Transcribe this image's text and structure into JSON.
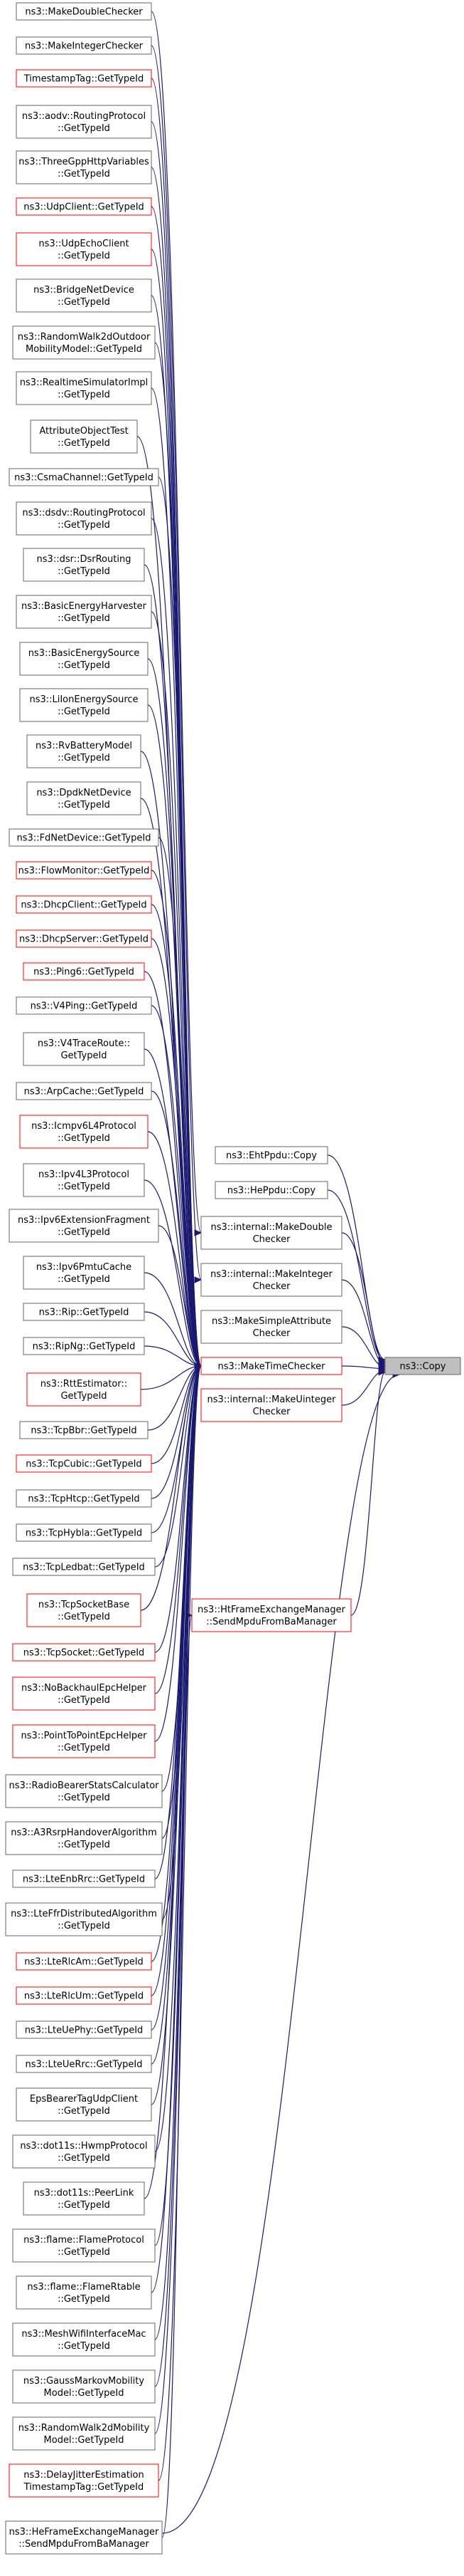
{
  "graph": {
    "title": "",
    "root": {
      "label": [
        "ns3::Copy"
      ]
    },
    "callers": [
      {
        "label": [
          "ns3::MakeDoubleChecker"
        ],
        "red": false
      },
      {
        "label": [
          "ns3::MakeIntegerChecker"
        ],
        "red": false
      },
      {
        "label": [
          "TimestampTag::GetTypeId"
        ],
        "red": true
      },
      {
        "label": [
          "ns3::aodv::RoutingProtocol",
          "::GetTypeId"
        ],
        "red": false
      },
      {
        "label": [
          "ns3::ThreeGppHttpVariables",
          "::GetTypeId"
        ],
        "red": false
      },
      {
        "label": [
          "ns3::UdpClient::GetTypeId"
        ],
        "red": true
      },
      {
        "label": [
          "ns3::UdpEchoClient",
          "::GetTypeId"
        ],
        "red": true
      },
      {
        "label": [
          "ns3::BridgeNetDevice",
          "::GetTypeId"
        ],
        "red": false
      },
      {
        "label": [
          "ns3::RandomWalk2dOutdoor",
          "MobilityModel::GetTypeId"
        ],
        "red": false
      },
      {
        "label": [
          "ns3::RealtimeSimulatorImpl",
          "::GetTypeId"
        ],
        "red": false
      },
      {
        "label": [
          "AttributeObjectTest",
          "::GetTypeId"
        ],
        "red": false
      },
      {
        "label": [
          "ns3::CsmaChannel::GetTypeId"
        ],
        "red": false
      },
      {
        "label": [
          "ns3::dsdv::RoutingProtocol",
          "::GetTypeId"
        ],
        "red": false
      },
      {
        "label": [
          "ns3::dsr::DsrRouting",
          "::GetTypeId"
        ],
        "red": false
      },
      {
        "label": [
          "ns3::BasicEnergyHarvester",
          "::GetTypeId"
        ],
        "red": false
      },
      {
        "label": [
          "ns3::BasicEnergySource",
          "::GetTypeId"
        ],
        "red": false
      },
      {
        "label": [
          "ns3::LiIonEnergySource",
          "::GetTypeId"
        ],
        "red": false
      },
      {
        "label": [
          "ns3::RvBatteryModel",
          "::GetTypeId"
        ],
        "red": false
      },
      {
        "label": [
          "ns3::DpdkNetDevice",
          "::GetTypeId"
        ],
        "red": false
      },
      {
        "label": [
          "ns3::FdNetDevice::GetTypeId"
        ],
        "red": false
      },
      {
        "label": [
          "ns3::FlowMonitor::GetTypeId"
        ],
        "red": true
      },
      {
        "label": [
          "ns3::DhcpClient::GetTypeId"
        ],
        "red": true
      },
      {
        "label": [
          "ns3::DhcpServer::GetTypeId"
        ],
        "red": true
      },
      {
        "label": [
          "ns3::Ping6::GetTypeId"
        ],
        "red": true
      },
      {
        "label": [
          "ns3::V4Ping::GetTypeId"
        ],
        "red": false
      },
      {
        "label": [
          "ns3::V4TraceRoute::",
          "GetTypeId"
        ],
        "red": false
      },
      {
        "label": [
          "ns3::ArpCache::GetTypeId"
        ],
        "red": false
      },
      {
        "label": [
          "ns3::Icmpv6L4Protocol",
          "::GetTypeId"
        ],
        "red": true
      },
      {
        "label": [
          "ns3::Ipv4L3Protocol",
          "::GetTypeId"
        ],
        "red": false
      },
      {
        "label": [
          "ns3::Ipv6ExtensionFragment",
          "::GetTypeId"
        ],
        "red": false
      },
      {
        "label": [
          "ns3::Ipv6PmtuCache",
          "::GetTypeId"
        ],
        "red": false
      },
      {
        "label": [
          "ns3::Rip::GetTypeId"
        ],
        "red": false
      },
      {
        "label": [
          "ns3::RipNg::GetTypeId"
        ],
        "red": false
      },
      {
        "label": [
          "ns3::RttEstimator::",
          "GetTypeId"
        ],
        "red": true
      },
      {
        "label": [
          "ns3::TcpBbr::GetTypeId"
        ],
        "red": false
      },
      {
        "label": [
          "ns3::TcpCubic::GetTypeId"
        ],
        "red": true
      },
      {
        "label": [
          "ns3::TcpHtcp::GetTypeId"
        ],
        "red": false
      },
      {
        "label": [
          "ns3::TcpHybla::GetTypeId"
        ],
        "red": false
      },
      {
        "label": [
          "ns3::TcpLedbat::GetTypeId"
        ],
        "red": false
      },
      {
        "label": [
          "ns3::TcpSocketBase",
          "::GetTypeId"
        ],
        "red": true
      },
      {
        "label": [
          "ns3::TcpSocket::GetTypeId"
        ],
        "red": true
      },
      {
        "label": [
          "ns3::NoBackhaulEpcHelper",
          "::GetTypeId"
        ],
        "red": true
      },
      {
        "label": [
          "ns3::PointToPointEpcHelper",
          "::GetTypeId"
        ],
        "red": true
      },
      {
        "label": [
          "ns3::RadioBearerStatsCalculator",
          "::GetTypeId"
        ],
        "red": false
      },
      {
        "label": [
          "ns3::A3RsrpHandoverAlgorithm",
          "::GetTypeId"
        ],
        "red": false
      },
      {
        "label": [
          "ns3::LteEnbRrc::GetTypeId"
        ],
        "red": false
      },
      {
        "label": [
          "ns3::LteFfrDistributedAlgorithm",
          "::GetTypeId"
        ],
        "red": false
      },
      {
        "label": [
          "ns3::LteRlcAm::GetTypeId"
        ],
        "red": true
      },
      {
        "label": [
          "ns3::LteRlcUm::GetTypeId"
        ],
        "red": true
      },
      {
        "label": [
          "ns3::LteUePhy::GetTypeId"
        ],
        "red": false
      },
      {
        "label": [
          "ns3::LteUeRrc::GetTypeId"
        ],
        "red": false
      },
      {
        "label": [
          "EpsBearerTagUdpClient",
          "::GetTypeId"
        ],
        "red": false
      },
      {
        "label": [
          "ns3::dot11s::HwmpProtocol",
          "::GetTypeId"
        ],
        "red": false
      },
      {
        "label": [
          "ns3::dot11s::PeerLink",
          "::GetTypeId"
        ],
        "red": false
      },
      {
        "label": [
          "ns3::flame::FlameProtocol",
          "::GetTypeId"
        ],
        "red": false
      },
      {
        "label": [
          "ns3::flame::FlameRtable",
          "::GetTypeId"
        ],
        "red": false
      },
      {
        "label": [
          "ns3::MeshWifiInterfaceMac",
          "::GetTypeId"
        ],
        "red": false
      },
      {
        "label": [
          "ns3::GaussMarkovMobility",
          "Model::GetTypeId"
        ],
        "red": false
      },
      {
        "label": [
          "ns3::RandomWalk2dMobility",
          "Model::GetTypeId"
        ],
        "red": false
      },
      {
        "label": [
          "ns3::DelayJitterEstimation",
          "TimestampTag::GetTypeId"
        ],
        "red": true
      },
      {
        "label": [
          "ns3::HeFrameExchangeManager",
          "::SendMpduFromBaManager"
        ],
        "red": false
      }
    ],
    "middle": [
      {
        "label": [
          "ns3::EhtPpdu::Copy"
        ],
        "red": false
      },
      {
        "label": [
          "ns3::HePpdu::Copy"
        ],
        "red": false
      },
      {
        "label": [
          "ns3::internal::MakeDouble",
          "Checker"
        ],
        "red": false
      },
      {
        "label": [
          "ns3::internal::MakeInteger",
          "Checker"
        ],
        "red": false
      },
      {
        "label": [
          "ns3::MakeSimpleAttribute",
          "Checker"
        ],
        "red": false
      },
      {
        "label": [
          "ns3::MakeTimeChecker"
        ],
        "red": true
      },
      {
        "label": [
          "ns3::internal::MakeUinteger",
          "Checker"
        ],
        "red": true
      },
      {
        "label": [
          "ns3::HtFrameExchangeManager",
          "::SendMpduFromBaManager"
        ],
        "red": true
      }
    ]
  }
}
